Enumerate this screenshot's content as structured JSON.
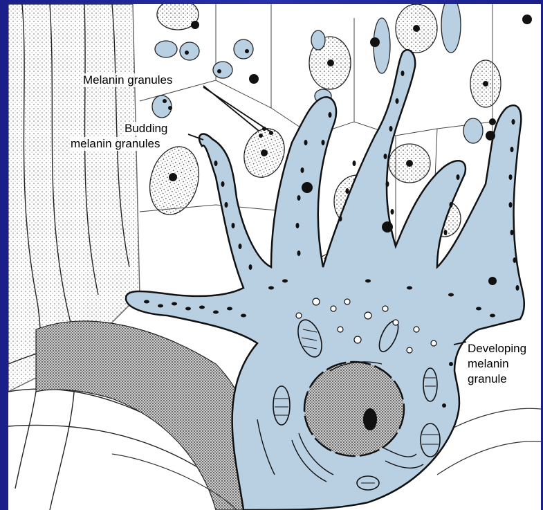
{
  "labels": {
    "melanin_granules": "Melanin granules",
    "budding_line1": "Budding",
    "budding_line2": "melanin granules",
    "developing_line1": "Developing",
    "developing_line2": "melanin",
    "developing_line3": "granule"
  },
  "colors": {
    "background": "#2a30a8",
    "melanocyte_fill": "#b9cfe2",
    "ink": "#111111",
    "page": "#ffffff"
  }
}
